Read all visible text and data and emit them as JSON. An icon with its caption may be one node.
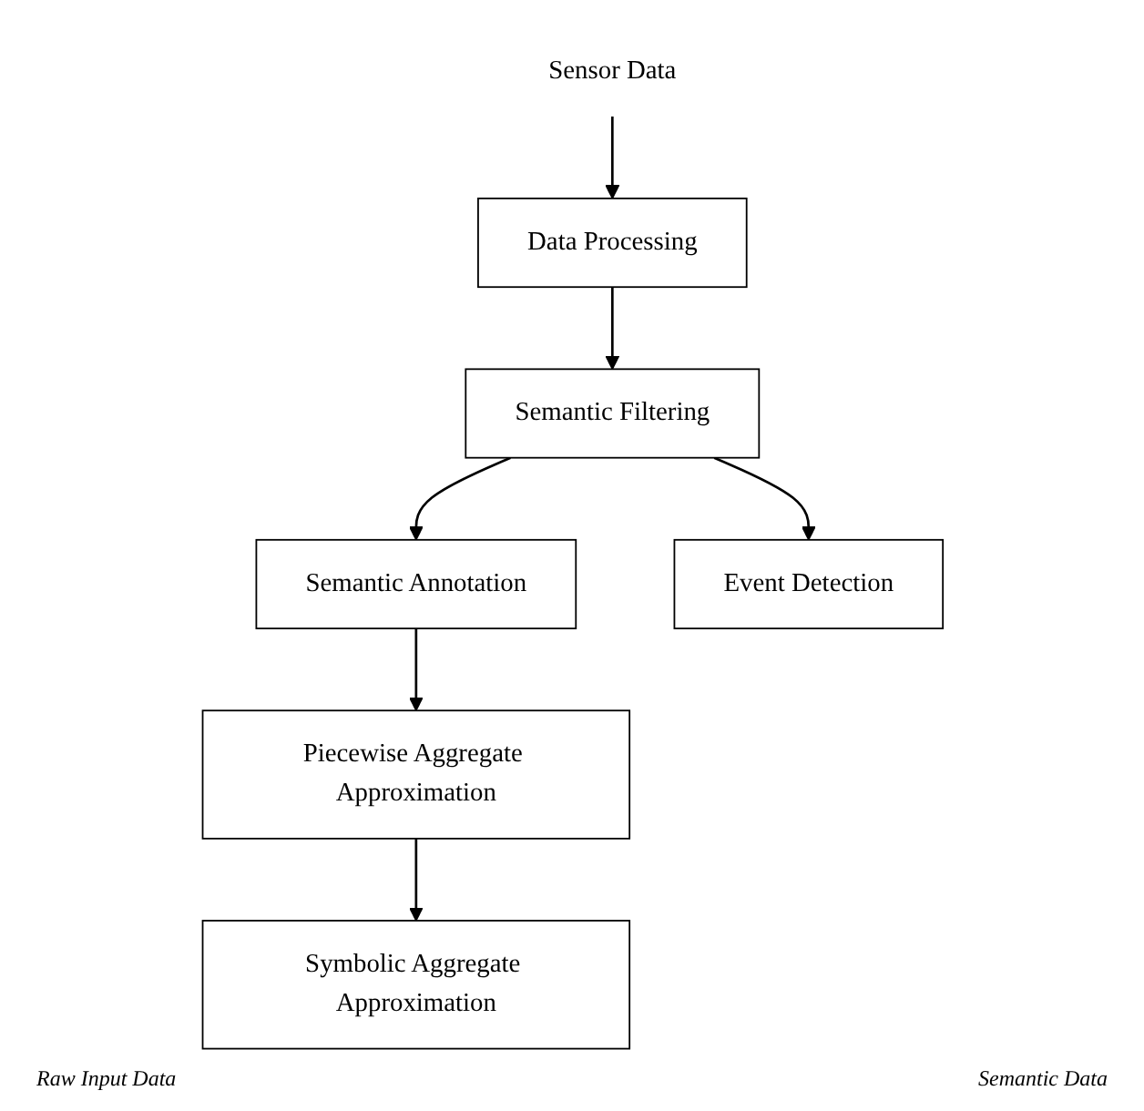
{
  "diagram": {
    "nodes": [
      {
        "text": [
          "Sensor Data"
        ]
      },
      {
        "text": [
          "Data Processing"
        ]
      },
      {
        "text": [
          "Semantic Filtering"
        ]
      },
      {
        "text": [
          "Semantic Annotation"
        ]
      },
      {
        "text": [
          "Event Detection"
        ]
      },
      {
        "text": [
          "Piecewise Aggregate Approximation"
        ]
      },
      {
        "text": [
          "Symbolic Aggregate Approximation"
        ]
      }
    ],
    "edges": [
      {
        "from": 0,
        "to": 1,
        "arrow": "to"
      },
      {
        "from": 1,
        "to": 2,
        "arrow": "to"
      },
      {
        "from": 2,
        "to": 3,
        "arrow": "to"
      },
      {
        "from": 2,
        "to": 4,
        "arrow": "to"
      },
      {
        "from": 3,
        "to": 5,
        "arrow": "to"
      },
      {
        "from": 5,
        "to": 6,
        "arrow": "to"
      }
    ],
    "labels": [
      "Raw Input Data",
      "Semantic Data"
    ]
  }
}
